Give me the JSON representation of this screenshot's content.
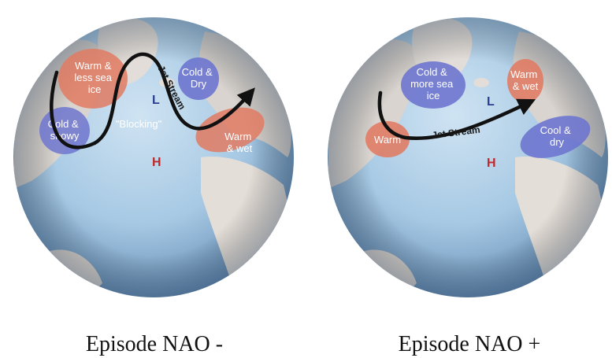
{
  "panels": [
    {
      "caption": "Episode NAO -",
      "regions": [
        {
          "lines": [
            "Warm &",
            "less sea",
            "ice"
          ],
          "kind": "warm"
        },
        {
          "lines": [
            "Cold &",
            "Dry"
          ],
          "kind": "cold"
        },
        {
          "lines": [
            "Cold &",
            "snowy"
          ],
          "kind": "cold"
        },
        {
          "lines": [
            "Warm",
            "& wet"
          ],
          "kind": "warm"
        }
      ],
      "blocking": "\"Blocking\"",
      "jet_stream": "Jet Stream",
      "low": "L",
      "high": "H"
    },
    {
      "caption": "Episode NAO +",
      "regions": [
        {
          "lines": [
            "Cold &",
            "more sea",
            "ice"
          ],
          "kind": "cold"
        },
        {
          "lines": [
            "Warm",
            "& wet"
          ],
          "kind": "warm"
        },
        {
          "lines": [
            "Warm"
          ],
          "kind": "warm"
        },
        {
          "lines": [
            "Cool &",
            "dry"
          ],
          "kind": "cold"
        }
      ],
      "jet_stream": "Jet Stream",
      "low": "L",
      "high": "H"
    }
  ],
  "colors": {
    "ocean": "#a9cbe6",
    "ocean_dark": "#6f9ac3",
    "land": "#d9d4cf",
    "warm_blob": "#e07a62",
    "cold_blob": "#6e76cf",
    "jet": "#111111"
  }
}
